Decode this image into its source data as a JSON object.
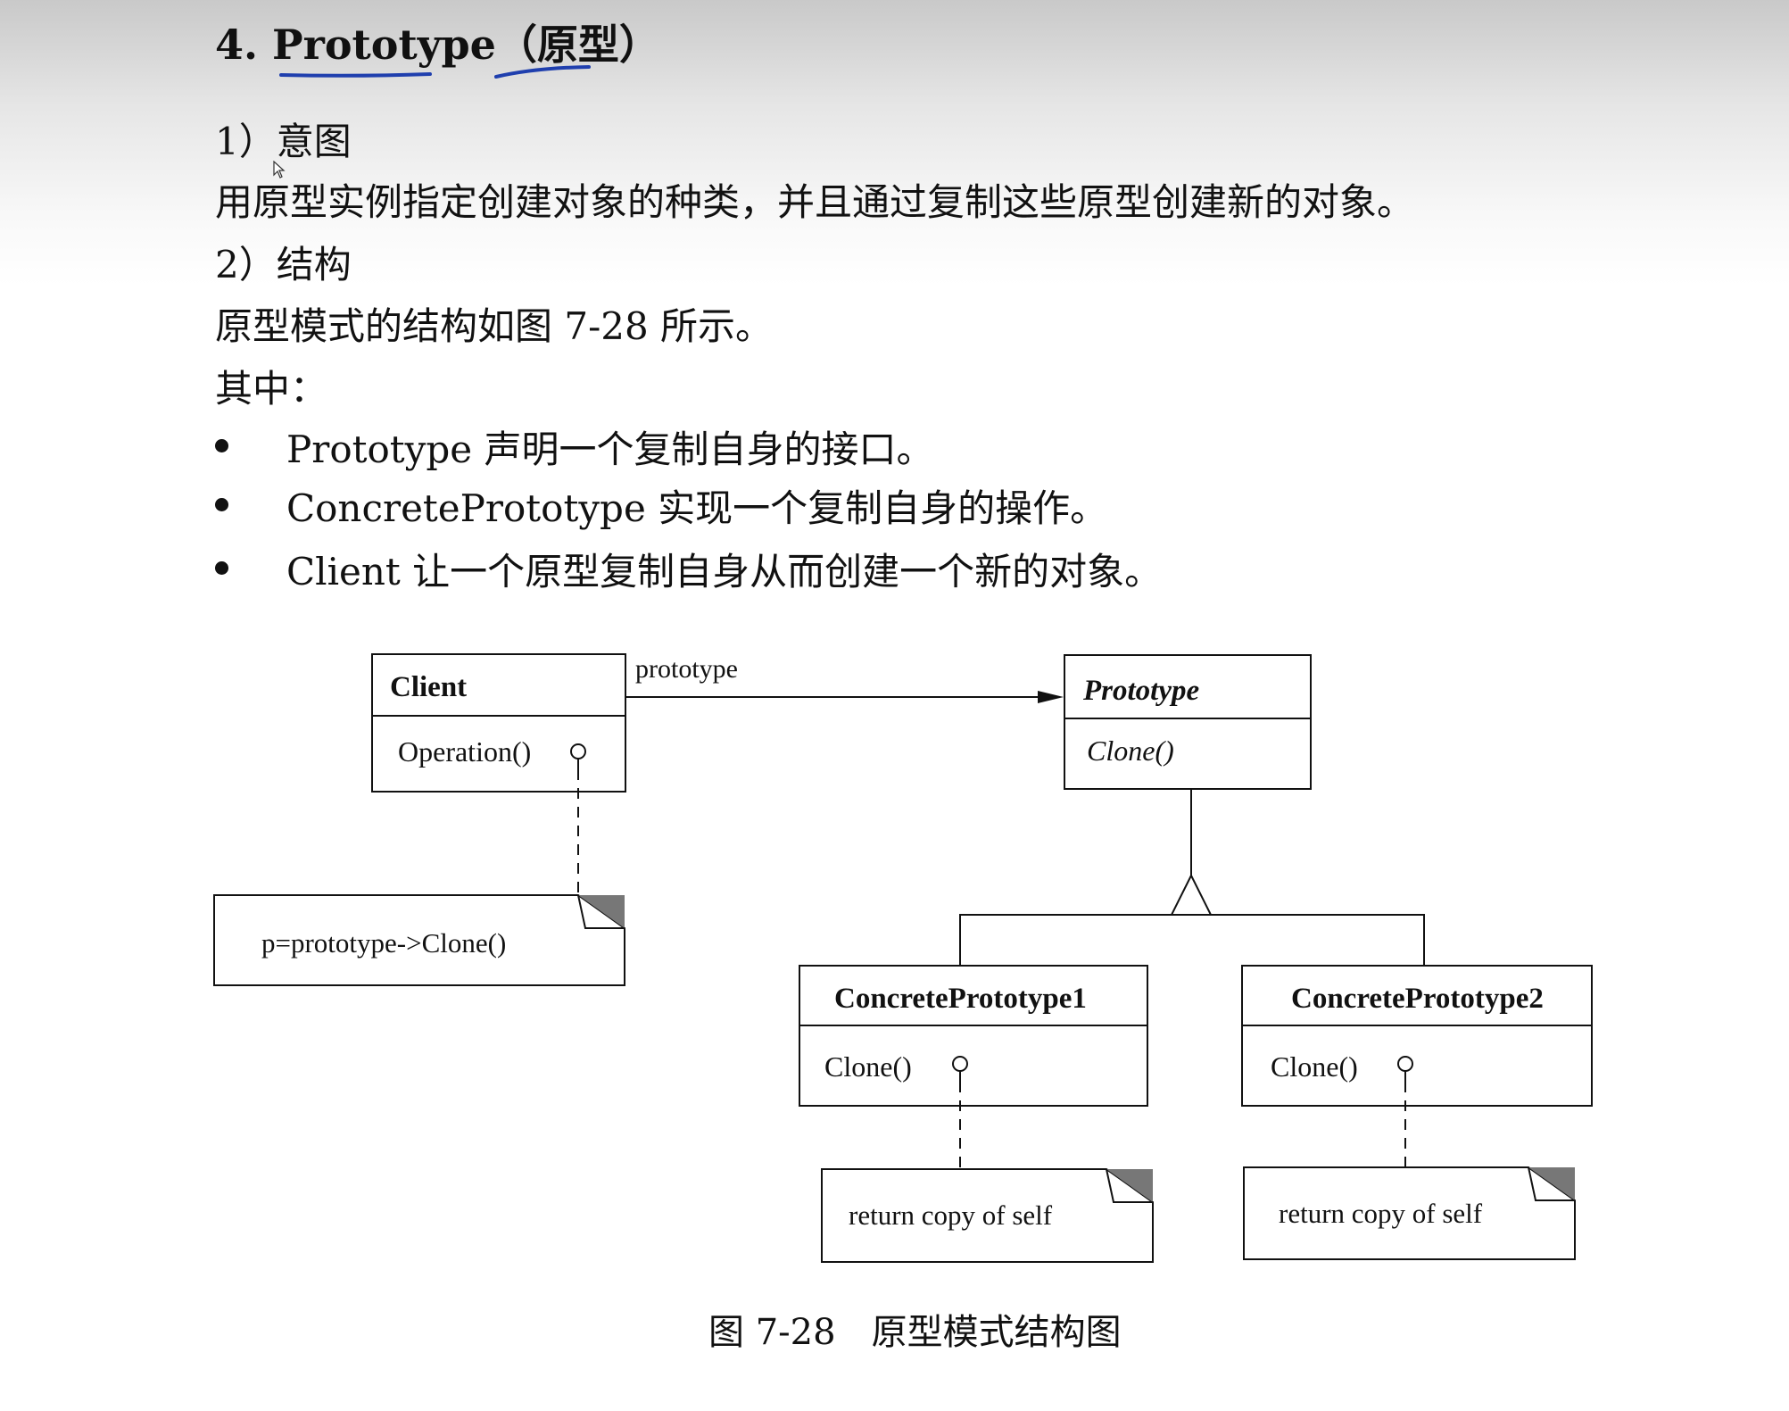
{
  "section": {
    "title_number": "4.",
    "title_name": "Prototype",
    "title_cn": "（原型）",
    "intent_heading": "1）意图",
    "intent_body": "用原型实例指定创建对象的种类，并且通过复制这些原型创建新的对象。",
    "structure_heading": "2）结构",
    "structure_body": "原型模式的结构如图 7-28 所示。",
    "where_label": "其中：",
    "bullets": [
      {
        "term": "Prototype",
        "desc": " 声明一个复制自身的接口。"
      },
      {
        "term": "ConcretePrototype",
        "desc": " 实现一个复制自身的操作。"
      },
      {
        "term": "Client",
        "desc": " 让一个原型复制自身从而创建一个新的对象。"
      }
    ]
  },
  "diagram": {
    "client": {
      "name": "Client",
      "operation": "Operation()"
    },
    "association_label": "prototype",
    "prototype": {
      "name": "Prototype",
      "operation": "Clone()"
    },
    "client_note": "p=prototype->Clone()",
    "concrete1": {
      "name": "ConcretePrototype1",
      "operation": "Clone()",
      "note": "return copy of self"
    },
    "concrete2": {
      "name": "ConcretePrototype2",
      "operation": "Clone()",
      "note": "return copy of self"
    },
    "caption": "图 7-28　原型模式结构图"
  },
  "colors": {
    "underline": "#1f3fae",
    "note_corner": "#777777"
  }
}
